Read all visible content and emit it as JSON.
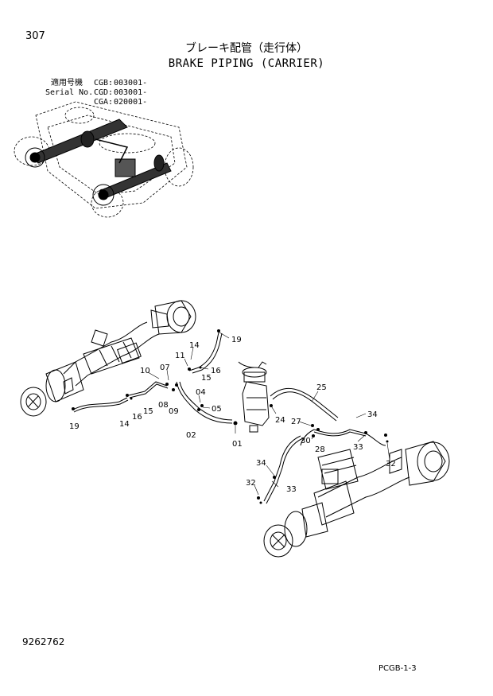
{
  "header": {
    "page_number": "307",
    "title_jp": "ブレーキ配管（走行体）",
    "title_en": "BRAKE PIPING (CARRIER)"
  },
  "serial": {
    "label_jp": "適用号機",
    "label_en": "Serial No.",
    "rows": [
      {
        "code": "CGB:",
        "value": "003001-"
      },
      {
        "code": "CGD:",
        "value": "003001-"
      },
      {
        "code": "CGA:",
        "value": "020001-"
      }
    ]
  },
  "callouts": [
    "19",
    "14",
    "11",
    "16",
    "15",
    "10",
    "07",
    "08",
    "09",
    "04",
    "05",
    "14",
    "16",
    "15",
    "19",
    "02",
    "01",
    "25",
    "24",
    "27",
    "34",
    "30",
    "28",
    "33",
    "32",
    "34",
    "33",
    "32"
  ],
  "footer": {
    "doc_number": "9262762",
    "page_code": "PCGB-1-3"
  }
}
